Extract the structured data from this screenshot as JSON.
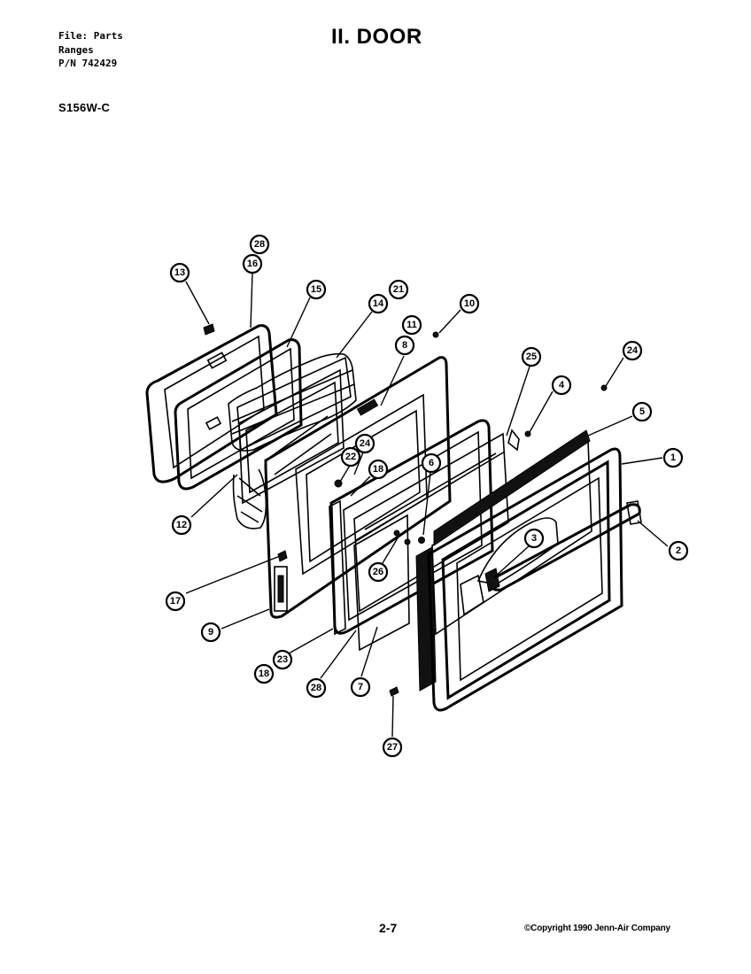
{
  "header": {
    "file_line": "File: Parts",
    "category_line": "Ranges",
    "pn_line": "P/N 742429"
  },
  "model": "S156W-C",
  "title": "II. DOOR",
  "footer": {
    "page_number": "2-7",
    "copyright": "©Copyright 1990 Jenn-Air Company"
  },
  "callouts": [
    {
      "id": "c28a",
      "label": "28"
    },
    {
      "id": "c16",
      "label": "16"
    },
    {
      "id": "c13",
      "label": "13"
    },
    {
      "id": "c15",
      "label": "15"
    },
    {
      "id": "c14",
      "label": "14"
    },
    {
      "id": "c21",
      "label": "21"
    },
    {
      "id": "c11",
      "label": "11"
    },
    {
      "id": "c8a",
      "label": "8"
    },
    {
      "id": "c10",
      "label": "10"
    },
    {
      "id": "c25",
      "label": "25"
    },
    {
      "id": "c24a",
      "label": "24"
    },
    {
      "id": "c4",
      "label": "4"
    },
    {
      "id": "c5",
      "label": "5"
    },
    {
      "id": "c1",
      "label": "1"
    },
    {
      "id": "c24b",
      "label": "24"
    },
    {
      "id": "c22",
      "label": "22"
    },
    {
      "id": "c18a",
      "label": "18"
    },
    {
      "id": "c6",
      "label": "6"
    },
    {
      "id": "c12",
      "label": "12"
    },
    {
      "id": "c3",
      "label": "3"
    },
    {
      "id": "c2",
      "label": "2"
    },
    {
      "id": "c26",
      "label": "26"
    },
    {
      "id": "c17",
      "label": "17"
    },
    {
      "id": "c9",
      "label": "9"
    },
    {
      "id": "c23",
      "label": "23"
    },
    {
      "id": "c18b",
      "label": "18"
    },
    {
      "id": "c28b",
      "label": "28"
    },
    {
      "id": "c7",
      "label": "7"
    },
    {
      "id": "c27",
      "label": "27"
    }
  ]
}
